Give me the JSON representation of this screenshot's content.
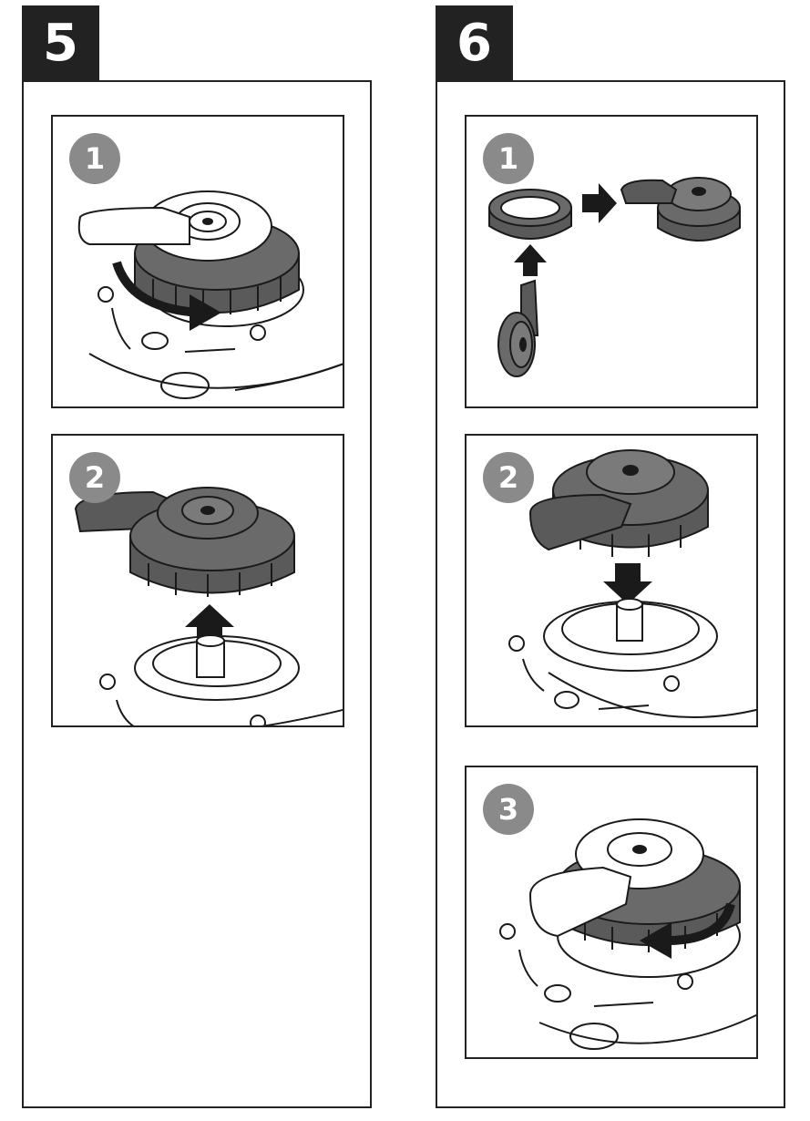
{
  "steps": [
    {
      "number": "5",
      "frames": [
        {
          "badge": "1",
          "scene": "twist-cap-off"
        },
        {
          "badge": "2",
          "scene": "lift-cap-up"
        }
      ]
    },
    {
      "number": "6",
      "frames": [
        {
          "badge": "1",
          "scene": "assemble-valve-into-ring"
        },
        {
          "badge": "2",
          "scene": "lower-cap-onto-seat"
        },
        {
          "badge": "3",
          "scene": "twist-cap-on"
        }
      ]
    }
  ],
  "colors": {
    "dark": "#222222",
    "badge": "#8a8a8a",
    "part_dark": "#5a5a5a",
    "part_mid": "#7a7a7a",
    "outline": "#1a1a1a"
  }
}
